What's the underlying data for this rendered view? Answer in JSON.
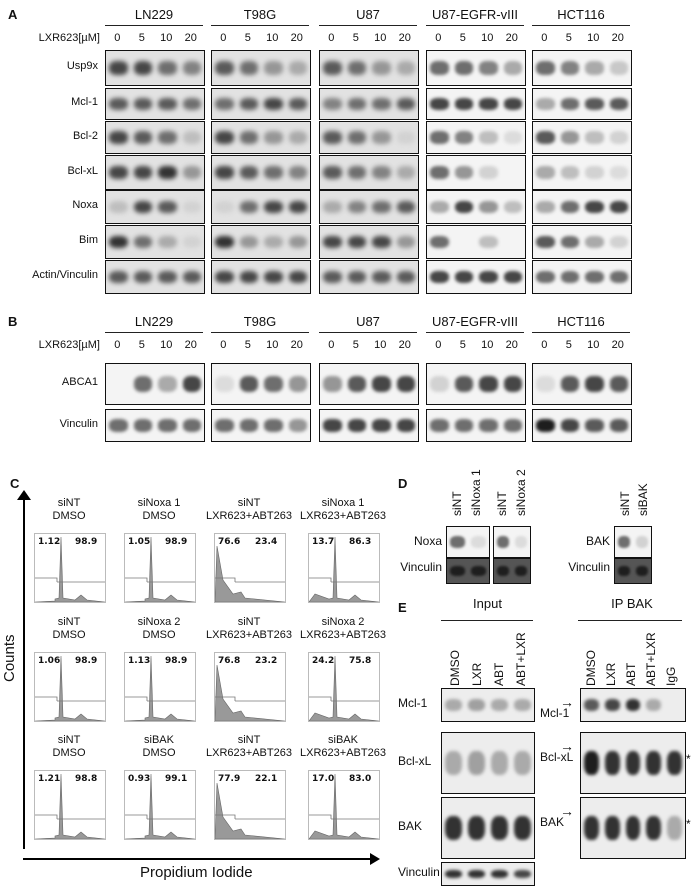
{
  "panel_a": {
    "label": "A",
    "treatment_label": "LXR623[µM]",
    "doses": [
      "0",
      "5",
      "10",
      "20"
    ],
    "cell_lines": [
      "LN229",
      "T98G",
      "U87",
      "U87-EGFR-vIII",
      "HCT116"
    ],
    "rows": [
      {
        "label": "Usp9x",
        "levels": [
          [
            0.8,
            0.8,
            0.6,
            0.5
          ],
          [
            0.7,
            0.6,
            0.4,
            0.3
          ],
          [
            0.7,
            0.6,
            0.4,
            0.3
          ],
          [
            0.6,
            0.6,
            0.5,
            0.3
          ],
          [
            0.6,
            0.5,
            0.3,
            0.15
          ]
        ]
      },
      {
        "label": "Mcl-1",
        "levels": [
          [
            0.7,
            0.7,
            0.7,
            0.6
          ],
          [
            0.6,
            0.7,
            0.8,
            0.7
          ],
          [
            0.5,
            0.6,
            0.6,
            0.7
          ],
          [
            0.8,
            0.8,
            0.8,
            0.8
          ],
          [
            0.3,
            0.6,
            0.7,
            0.7
          ]
        ]
      },
      {
        "label": "Bcl-2",
        "levels": [
          [
            0.8,
            0.7,
            0.6,
            0.2
          ],
          [
            0.8,
            0.6,
            0.4,
            0.3
          ],
          [
            0.7,
            0.6,
            0.4,
            0.1
          ],
          [
            0.6,
            0.5,
            0.2,
            0.05
          ],
          [
            0.7,
            0.4,
            0.2,
            0.1
          ]
        ]
      },
      {
        "label": "Bcl-xL",
        "levels": [
          [
            0.8,
            0.8,
            0.9,
            0.4
          ],
          [
            0.8,
            0.7,
            0.6,
            0.5
          ],
          [
            0.7,
            0.6,
            0.5,
            0.3
          ],
          [
            0.6,
            0.4,
            0.1,
            0.0
          ],
          [
            0.3,
            0.2,
            0.1,
            0.05
          ]
        ]
      },
      {
        "label": "Noxa",
        "levels": [
          [
            0.2,
            0.8,
            0.7,
            0.1
          ],
          [
            0.1,
            0.6,
            0.8,
            0.8
          ],
          [
            0.3,
            0.5,
            0.6,
            0.7
          ],
          [
            0.3,
            0.8,
            0.4,
            0.2
          ],
          [
            0.3,
            0.6,
            0.8,
            0.8
          ]
        ]
      },
      {
        "label": "Bim",
        "levels": [
          [
            0.9,
            0.6,
            0.3,
            0.1
          ],
          [
            0.9,
            0.4,
            0.3,
            0.4
          ],
          [
            0.8,
            0.8,
            0.8,
            0.4
          ],
          [
            0.6,
            0.0,
            0.2,
            0.0
          ],
          [
            0.7,
            0.6,
            0.3,
            0.1
          ]
        ]
      },
      {
        "label": "Actin/Vinculin",
        "levels": [
          [
            0.7,
            0.7,
            0.7,
            0.7
          ],
          [
            0.8,
            0.8,
            0.8,
            0.8
          ],
          [
            0.7,
            0.7,
            0.7,
            0.7
          ],
          [
            0.8,
            0.8,
            0.8,
            0.8
          ],
          [
            0.6,
            0.6,
            0.6,
            0.6
          ]
        ]
      }
    ]
  },
  "panel_b": {
    "label": "B",
    "treatment_label": "LXR623[µM]",
    "doses": [
      "0",
      "5",
      "10",
      "20"
    ],
    "cell_lines": [
      "LN229",
      "T98G",
      "U87",
      "U87-EGFR-vIII",
      "HCT116"
    ],
    "rows": [
      {
        "label": "ABCA1",
        "levels": [
          [
            0.0,
            0.6,
            0.3,
            0.8
          ],
          [
            0.05,
            0.7,
            0.6,
            0.4
          ],
          [
            0.4,
            0.7,
            0.8,
            0.8
          ],
          [
            0.1,
            0.7,
            0.8,
            0.8
          ],
          [
            0.05,
            0.7,
            0.8,
            0.7
          ]
        ]
      },
      {
        "label": "Vinculin",
        "levels": [
          [
            0.6,
            0.6,
            0.6,
            0.6
          ],
          [
            0.6,
            0.6,
            0.6,
            0.4
          ],
          [
            0.8,
            0.8,
            0.8,
            0.8
          ],
          [
            0.6,
            0.6,
            0.6,
            0.6
          ],
          [
            1.0,
            0.8,
            0.7,
            0.7
          ]
        ]
      }
    ]
  },
  "panel_c": {
    "label": "C",
    "y_axis": "Counts",
    "x_axis": "Propidium Iodide",
    "plots": [
      [
        {
          "t1": "siNT",
          "t2": "DMSO",
          "left": "1.12",
          "right": "98.9"
        },
        {
          "t1": "siNoxa 1",
          "t2": "DMSO",
          "left": "1.05",
          "right": "98.9"
        },
        {
          "t1": "siNT",
          "t2": "LXR623+ABT263",
          "left": "76.6",
          "right": "23.4"
        },
        {
          "t1": "siNoxa 1",
          "t2": "LXR623+ABT263",
          "left": "13.7",
          "right": "86.3"
        }
      ],
      [
        {
          "t1": "siNT",
          "t2": "DMSO",
          "left": "1.06",
          "right": "98.9"
        },
        {
          "t1": "siNoxa 2",
          "t2": "DMSO",
          "left": "1.13",
          "right": "98.9"
        },
        {
          "t1": "siNT",
          "t2": "LXR623+ABT263",
          "left": "76.8",
          "right": "23.2"
        },
        {
          "t1": "siNoxa 2",
          "t2": "LXR623+ABT263",
          "left": "24.2",
          "right": "75.8"
        }
      ],
      [
        {
          "t1": "siNT",
          "t2": "DMSO",
          "left": "1.21",
          "right": "98.8"
        },
        {
          "t1": "siBAK",
          "t2": "DMSO",
          "left": "0.93",
          "right": "99.1"
        },
        {
          "t1": "siNT",
          "t2": "LXR623+ABT263",
          "left": "77.9",
          "right": "22.1"
        },
        {
          "t1": "siBAK",
          "t2": "LXR623+ABT263",
          "left": "17.0",
          "right": "83.0"
        }
      ]
    ]
  },
  "panel_d": {
    "label": "D",
    "lanes_noxa": [
      "siNT",
      "siNoxa 1",
      "siNT",
      "siNoxa 2"
    ],
    "lanes_bak": [
      "siNT",
      "siBAK"
    ],
    "row_noxa": "Noxa",
    "row_vinculin": "Vinculin",
    "row_bak": "BAK"
  },
  "panel_e": {
    "label": "E",
    "input_title": "Input",
    "ip_title": "IP BAK",
    "input_lanes": [
      "DMSO",
      "LXR",
      "ABT",
      "ABT+LXR"
    ],
    "ip_lanes": [
      "DMSO",
      "LXR",
      "ABT",
      "ABT+LXR",
      "IgG"
    ],
    "rows": [
      "Mcl-1",
      "Bcl-xL",
      "BAK",
      "Vinculin"
    ],
    "ip_arrows": [
      "Mcl-1",
      "Bcl-xL",
      "BAK"
    ],
    "asterisk": "*"
  }
}
